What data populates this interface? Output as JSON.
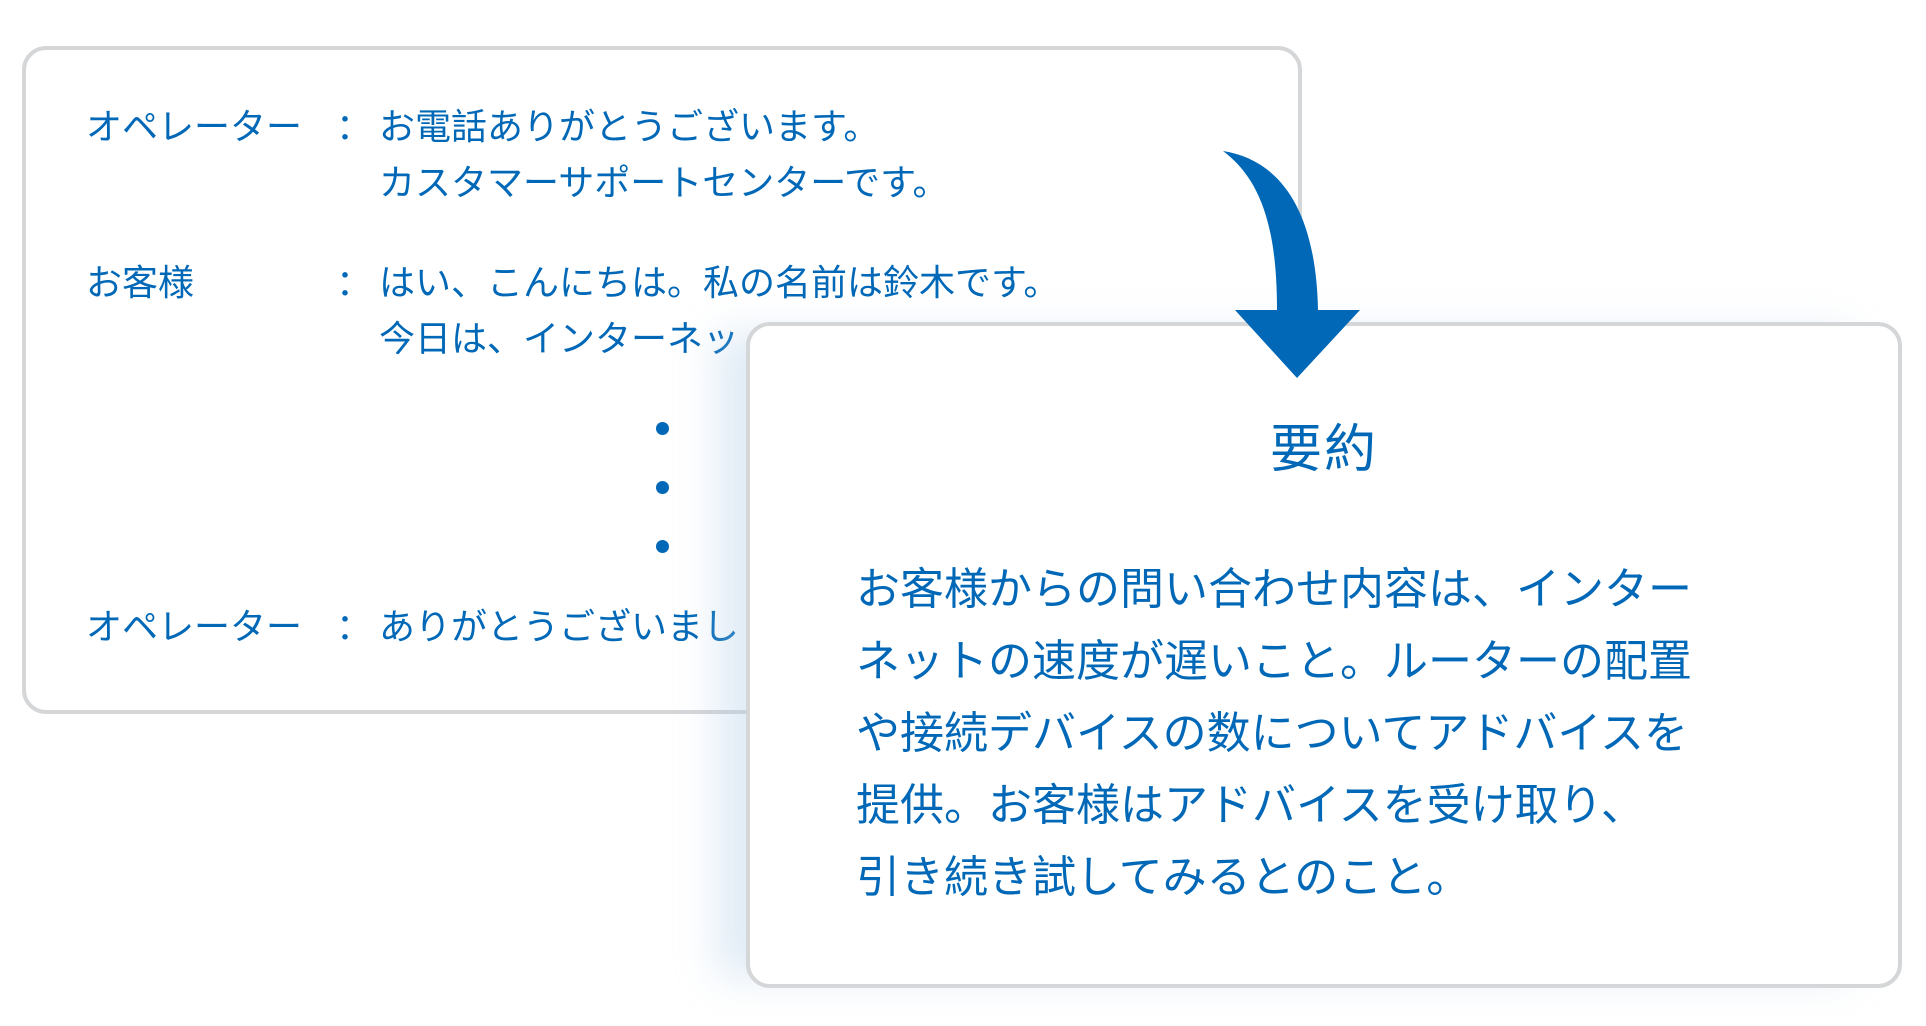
{
  "transcript": {
    "rows": [
      {
        "speaker": "オペレーター",
        "colon": "：",
        "lines": [
          "お電話ありがとうございます。",
          "カスタマーサポートセンターです。"
        ]
      },
      {
        "speaker": "お客様",
        "colon": "：",
        "lines": [
          "はい、こんにちは。私の名前は鈴木です。",
          "今日は、インターネッ"
        ]
      },
      {
        "speaker": "オペレーター",
        "colon": "：",
        "lines": [
          "ありがとうございまし"
        ]
      }
    ],
    "ellipsis": "vertical-dots"
  },
  "arrow": {
    "icon": "curved-down-arrow-icon",
    "color": "#0068b7"
  },
  "summary": {
    "title": "要約",
    "lines": [
      "お客様からの問い合わせ内容は、インター",
      "ネットの速度が遅いこと。ルーターの配置",
      "や接続デバイスの数についてアドバイスを",
      "提供。お客様はアドバイスを受け取り、",
      "引き続き試してみるとのこと。"
    ]
  },
  "colors": {
    "text": "#0068b7",
    "card_border": "#d4d6d8",
    "background": "#ffffff"
  }
}
